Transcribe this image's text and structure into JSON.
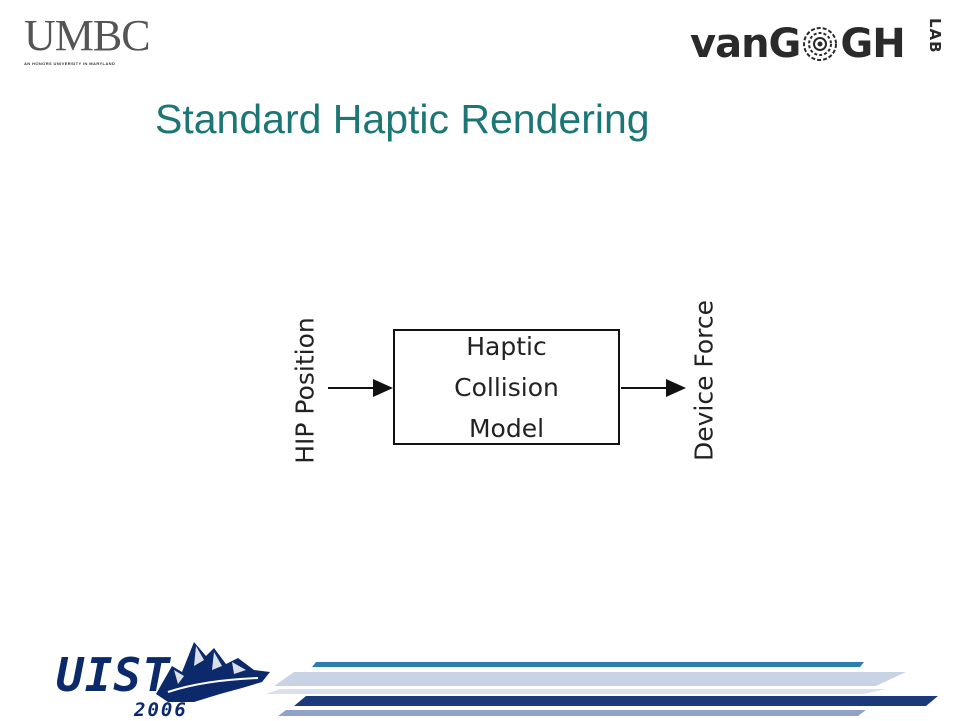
{
  "logos": {
    "umbc": "UMBC",
    "umbc_tagline": "AN HONORS UNIVERSITY IN MARYLAND",
    "vangogh_left": "vanG",
    "vangogh_right": "GH",
    "vangogh_lab": "LAB",
    "uist": "UIST",
    "uist_year": "2006"
  },
  "slide": {
    "title": "Standard Haptic Rendering"
  },
  "diagram": {
    "input_label": "HIP Position",
    "box_label": "Haptic\nCollision\nModel",
    "output_label": "Device Force"
  },
  "colors": {
    "title": "#1c7676",
    "uist_navy": "#0c2a6b",
    "stripe_blue": "#2a7fb0",
    "stripe_light": "#c9d3e6",
    "stripe_dark": "#1c3a7a"
  }
}
